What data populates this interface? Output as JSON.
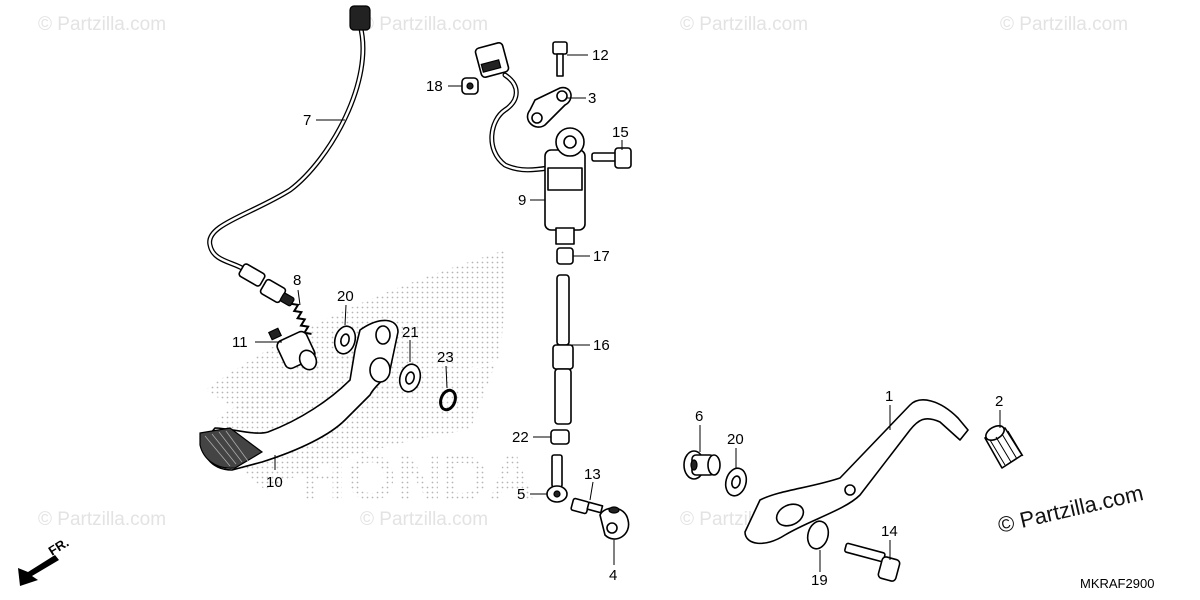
{
  "diagram": {
    "code": "MKRAF2900",
    "watermark_text": "Partzilla.com",
    "copyright_symbol": "©",
    "copyright_text": "Partzilla.com",
    "direction_label": "FR.",
    "background_logo_text": "HONDA",
    "callouts": {
      "p1": "1",
      "p2": "2",
      "p3": "3",
      "p4": "4",
      "p5": "5",
      "p6": "6",
      "p7": "7",
      "p8": "8",
      "p9": "9",
      "p10": "10",
      "p11": "11",
      "p12": "12",
      "p13": "13",
      "p14": "14",
      "p15": "15",
      "p16": "16",
      "p17": "17",
      "p18": "18",
      "p19": "19",
      "p20a": "20",
      "p20b": "20",
      "p21": "21",
      "p22": "22",
      "p23": "23"
    }
  }
}
